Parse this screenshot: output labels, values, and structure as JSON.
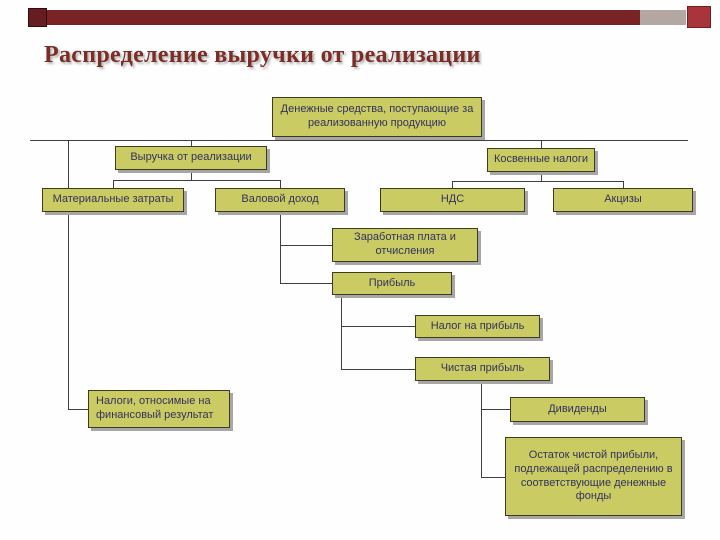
{
  "slide_title": "Распределение выручки от реализации",
  "nodes": {
    "cash_received": "Денежные средства, поступающие за реализованную продукцию",
    "sales_revenue": "Выручка от реализации",
    "indirect_taxes": "Косвенные налоги",
    "material_costs": "Материальные затраты",
    "gross_income": "Валовой доход",
    "vat": "НДС",
    "excise": "Акцизы",
    "wages": "Заработная плата и отчисления",
    "profit": "Прибыль",
    "profit_tax": "Налог на прибыль",
    "net_profit": "Чистая прибыль",
    "financial_result_taxes": "Налоги, относимые на финансовый результат",
    "dividends": "Дивиденды",
    "retained_remainder": "Остаток чистой прибыли, подлежащей распределению в соответствующие денежные фонды"
  },
  "colors": {
    "box_fill": "#cbcb63",
    "box_border": "#3c3c25",
    "box_shadow_color": "#a6a6a6",
    "box_text": "#32325e",
    "title_color": "#7b2d26",
    "line_color": "#3f3f3f",
    "bar_maroon": "#7a2327",
    "bar_tan": "#b3a7a1",
    "bar_red": "#a93439"
  }
}
